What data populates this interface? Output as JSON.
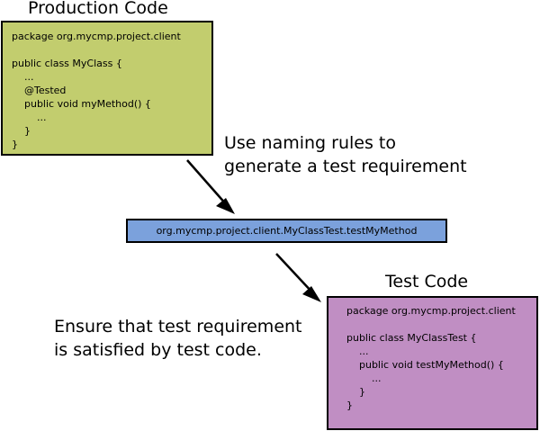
{
  "colors": {
    "production_box": "#c2cd6e",
    "requirement_box": "#7ba1dc",
    "test_box": "#c08ec3"
  },
  "production": {
    "title": "Production Code",
    "code_lines": [
      "package org.mycmp.project.client",
      "",
      "public class MyClass {",
      "    ...",
      "    @Tested",
      "    public void myMethod() {",
      "        ...",
      "    }",
      "}"
    ]
  },
  "naming_caption": {
    "lines": [
      "Use naming rules to",
      "generate a test requirement"
    ]
  },
  "requirement": {
    "text": "org.mycmp.project.client.MyClassTest.testMyMethod"
  },
  "test": {
    "title": "Test Code",
    "code_lines": [
      "package org.mycmp.project.client",
      "",
      "public class MyClassTest {",
      "    ...",
      "    public void testMyMethod() {",
      "        ...",
      "    }",
      "}"
    ]
  },
  "ensure_caption": {
    "lines": [
      "Ensure that test requirement",
      "is satisfied by test code."
    ]
  }
}
